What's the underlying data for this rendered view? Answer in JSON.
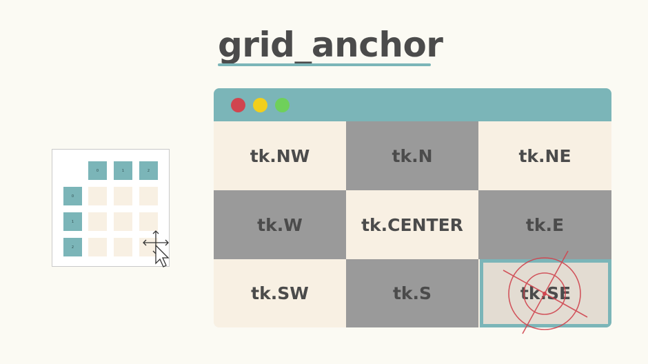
{
  "title": "grid_anchor",
  "colors": {
    "accent": "#7bb5b8",
    "light_cell": "#f8f0e3",
    "dark_cell": "#9a9a9a",
    "dot_red": "#d0454f",
    "dot_yellow": "#f2cf1b",
    "dot_green": "#6fd05a",
    "reticle": "#d0454f"
  },
  "mini_grid": {
    "col_headers": [
      "0",
      "1",
      "2"
    ],
    "row_headers": [
      "0",
      "1",
      "2"
    ]
  },
  "window": {
    "cells": [
      {
        "label": "tk.NW",
        "shade": "light"
      },
      {
        "label": "tk.N",
        "shade": "dark"
      },
      {
        "label": "tk.NE",
        "shade": "light"
      },
      {
        "label": "tk.W",
        "shade": "dark"
      },
      {
        "label": "tk.CENTER",
        "shade": "light"
      },
      {
        "label": "tk.E",
        "shade": "dark"
      },
      {
        "label": "tk.SW",
        "shade": "light"
      },
      {
        "label": "tk.S",
        "shade": "dark"
      },
      {
        "label": "tk.SE",
        "shade": "target"
      }
    ]
  }
}
